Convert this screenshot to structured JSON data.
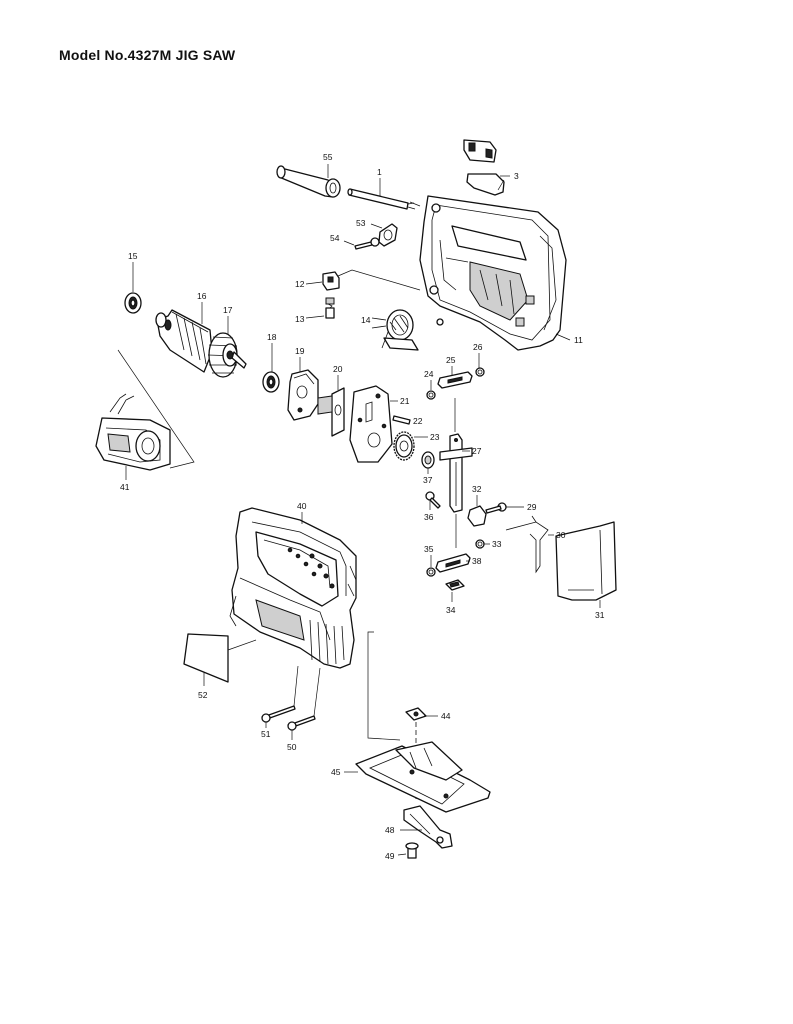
{
  "title": "Model No.4327M JIG SAW",
  "parts": [
    {
      "ref": "1"
    },
    {
      "ref": "3"
    },
    {
      "ref": "11"
    },
    {
      "ref": "12"
    },
    {
      "ref": "13"
    },
    {
      "ref": "14"
    },
    {
      "ref": "15"
    },
    {
      "ref": "16"
    },
    {
      "ref": "17"
    },
    {
      "ref": "18"
    },
    {
      "ref": "19"
    },
    {
      "ref": "20"
    },
    {
      "ref": "21"
    },
    {
      "ref": "22"
    },
    {
      "ref": "23"
    },
    {
      "ref": "24"
    },
    {
      "ref": "25"
    },
    {
      "ref": "26"
    },
    {
      "ref": "27"
    },
    {
      "ref": "29"
    },
    {
      "ref": "30"
    },
    {
      "ref": "31"
    },
    {
      "ref": "32"
    },
    {
      "ref": "33"
    },
    {
      "ref": "34"
    },
    {
      "ref": "35"
    },
    {
      "ref": "36"
    },
    {
      "ref": "37"
    },
    {
      "ref": "38"
    },
    {
      "ref": "40"
    },
    {
      "ref": "41"
    },
    {
      "ref": "44"
    },
    {
      "ref": "45"
    },
    {
      "ref": "48"
    },
    {
      "ref": "49"
    },
    {
      "ref": "50"
    },
    {
      "ref": "51"
    },
    {
      "ref": "52"
    },
    {
      "ref": "53"
    },
    {
      "ref": "54"
    },
    {
      "ref": "55"
    }
  ]
}
